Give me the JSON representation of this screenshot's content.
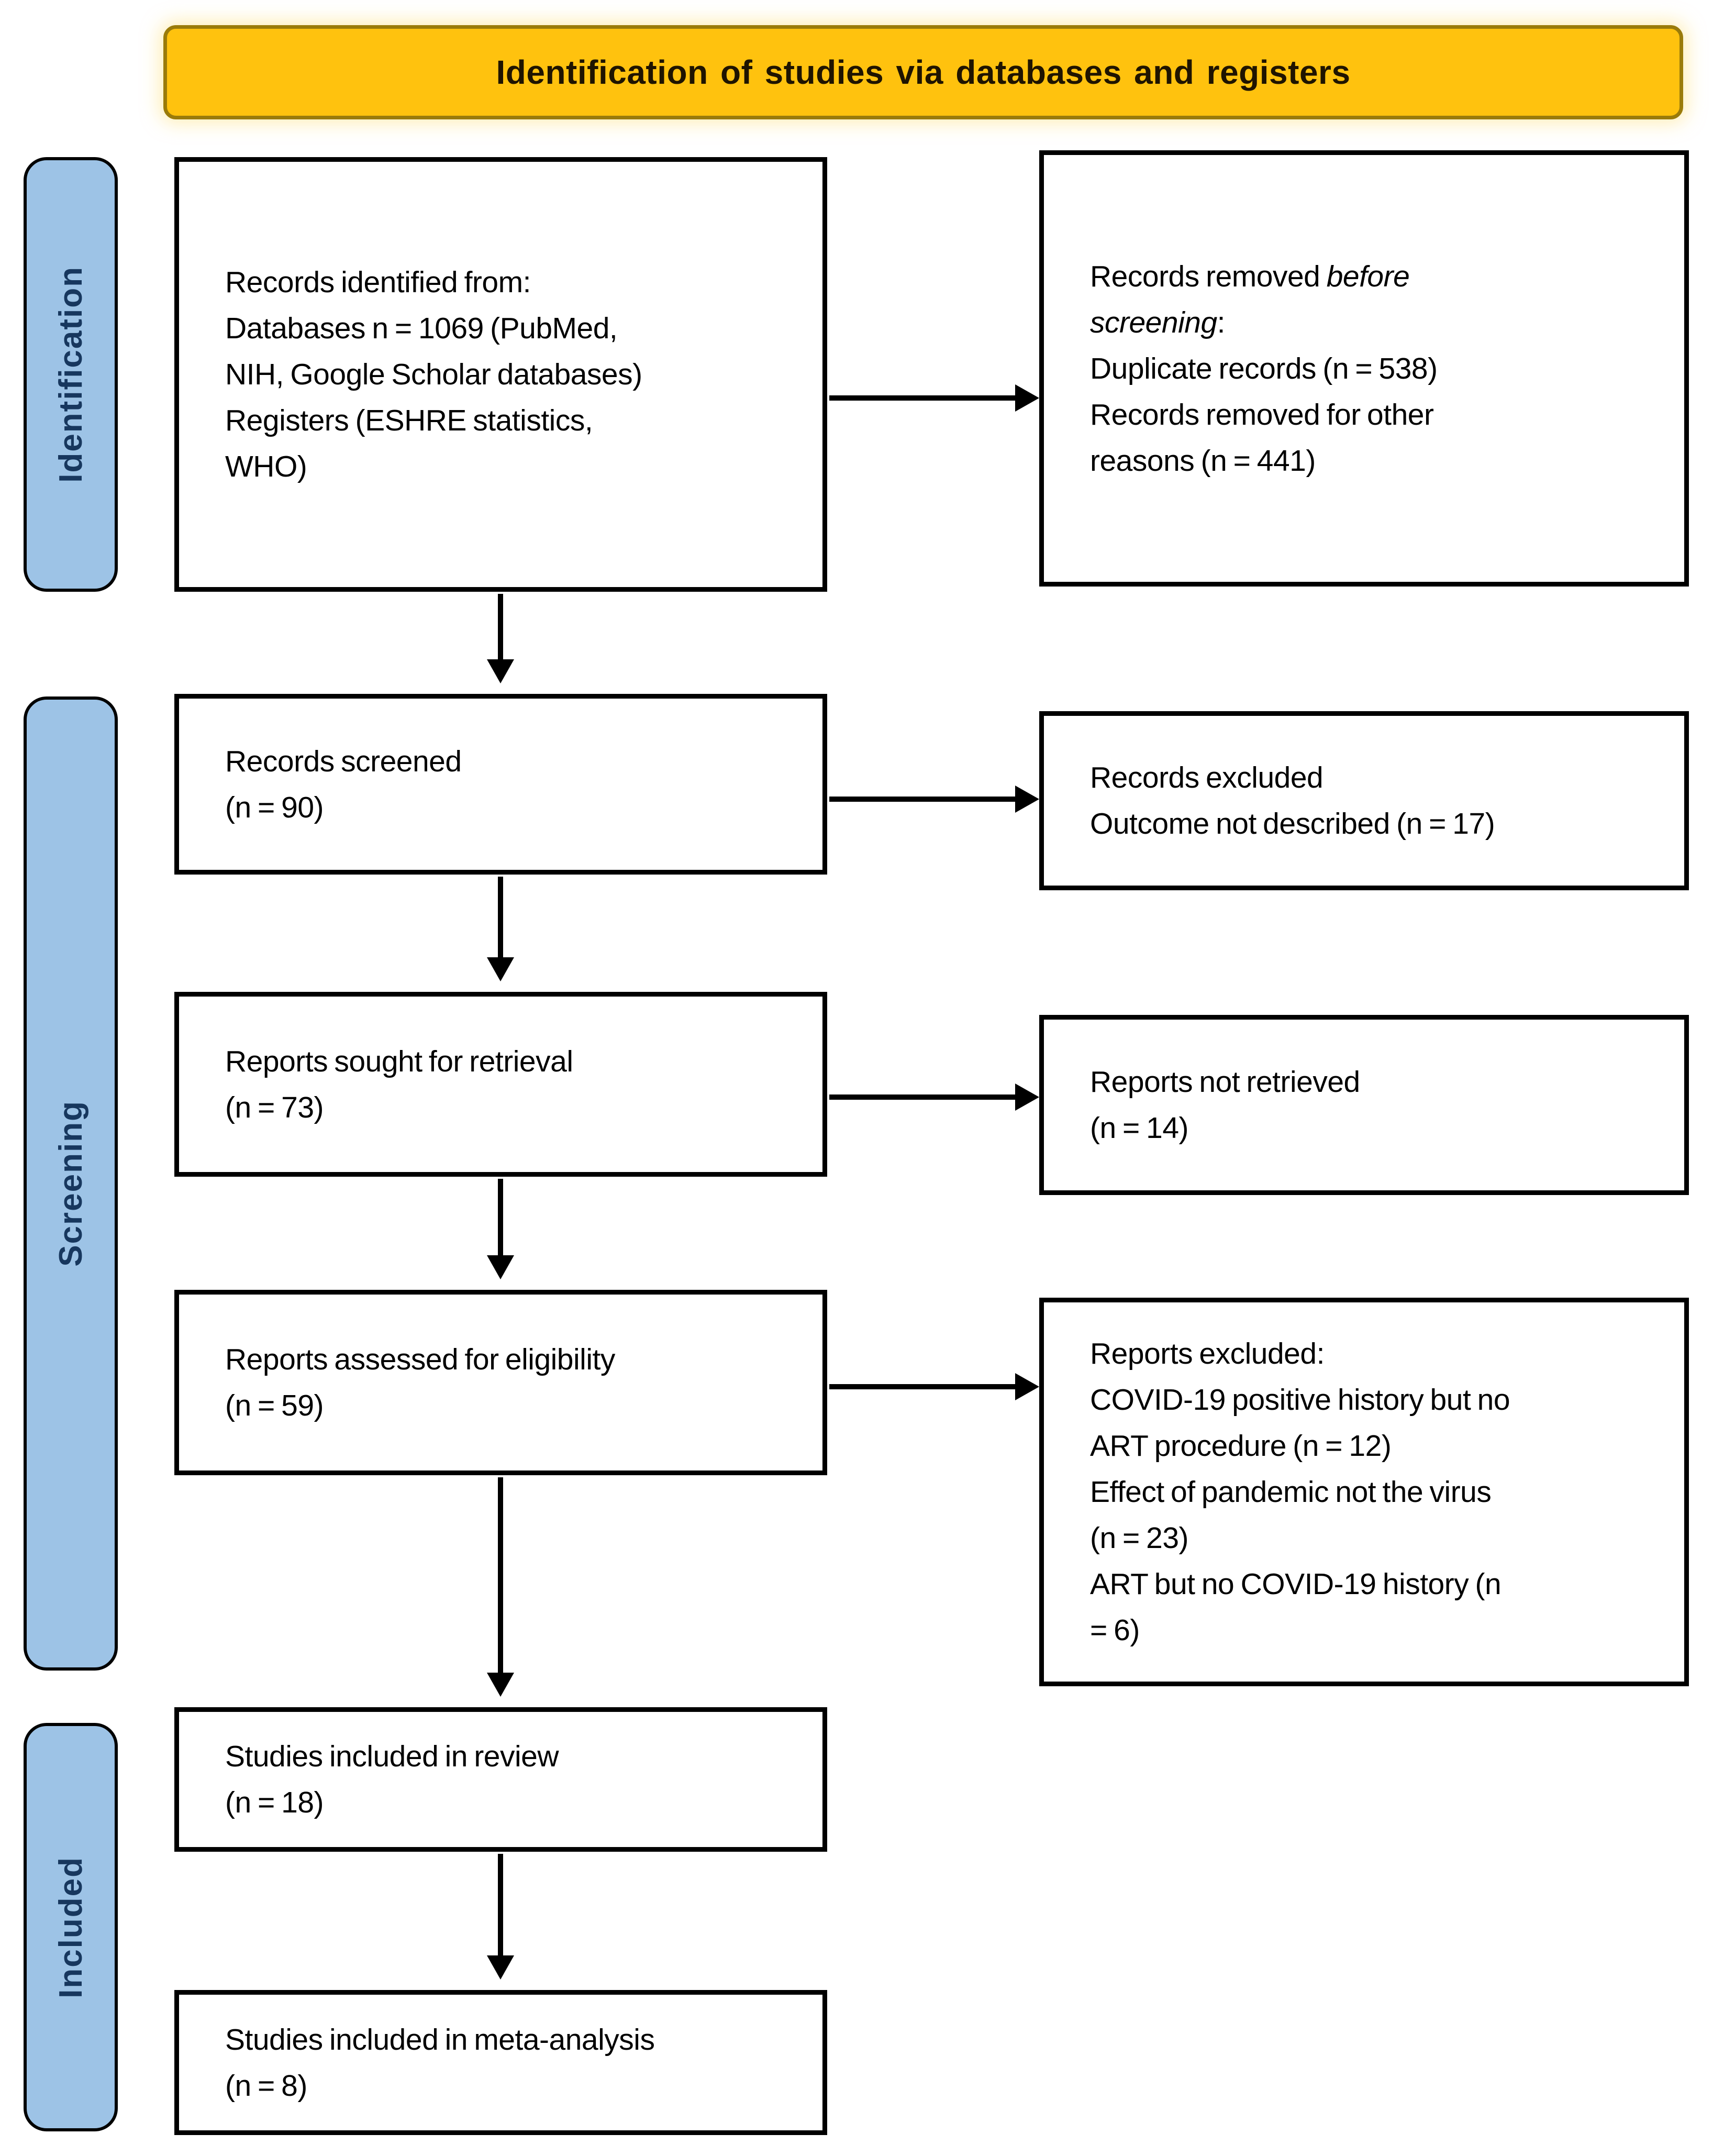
{
  "banner": {
    "text": "Identification of studies via databases and registers",
    "bg_color": "#FFC20E",
    "border_color": "#9A7B0A",
    "text_color": "#1F1400"
  },
  "sidebar": {
    "fill_color": "#9DC3E6",
    "border_color": "#000000",
    "text_color": "#17375E",
    "labels": [
      {
        "id": "identification",
        "text": "Identification"
      },
      {
        "id": "screening",
        "text": "Screening"
      },
      {
        "id": "included",
        "text": "Included"
      }
    ]
  },
  "flow_boxes": {
    "records_identified": {
      "lines": [
        [
          {
            "text": "Records identified from:",
            "italic": false
          }
        ],
        [
          {
            "text": "Databases n = 1069 (PubMed,",
            "italic": false
          }
        ],
        [
          {
            "text": "NIH, Google Scholar databases)",
            "italic": false
          }
        ],
        [
          {
            "text": "Registers (ESHRE statistics,",
            "italic": false
          }
        ],
        [
          {
            "text": "WHO)",
            "italic": false
          }
        ]
      ]
    },
    "records_removed": {
      "lines": [
        [
          {
            "text": "Records removed ",
            "italic": false
          },
          {
            "text": "before",
            "italic": true
          }
        ],
        [
          {
            "text": "screening",
            "italic": true
          },
          {
            "text": ":",
            "italic": false
          }
        ],
        [
          {
            "text": "Duplicate records (n = 538)",
            "italic": false
          }
        ],
        [
          {
            "text": "Records removed for other",
            "italic": false
          }
        ],
        [
          {
            "text": "reasons (n = 441)",
            "italic": false
          }
        ]
      ]
    },
    "records_screened": {
      "lines": [
        [
          {
            "text": "Records screened",
            "italic": false
          }
        ],
        [
          {
            "text": "(n = 90)",
            "italic": false
          }
        ]
      ]
    },
    "records_excluded": {
      "lines": [
        [
          {
            "text": "Records excluded",
            "italic": false
          }
        ],
        [
          {
            "text": "Outcome not described (n = 17)",
            "italic": false
          }
        ]
      ]
    },
    "reports_sought": {
      "lines": [
        [
          {
            "text": "Reports sought for retrieval",
            "italic": false
          }
        ],
        [
          {
            "text": "(n = 73)",
            "italic": false
          }
        ]
      ]
    },
    "reports_not_retrieved": {
      "lines": [
        [
          {
            "text": "Reports not retrieved",
            "italic": false
          }
        ],
        [
          {
            "text": "(n = 14)",
            "italic": false
          }
        ]
      ]
    },
    "reports_assessed": {
      "lines": [
        [
          {
            "text": "Reports assessed for eligibility",
            "italic": false
          }
        ],
        [
          {
            "text": "(n = 59)",
            "italic": false
          }
        ]
      ]
    },
    "reports_excluded": {
      "lines": [
        [
          {
            "text": "Reports excluded:",
            "italic": false
          }
        ],
        [
          {
            "text": "COVID-19 positive history but no",
            "italic": false
          }
        ],
        [
          {
            "text": "ART procedure (n = 12)",
            "italic": false
          }
        ],
        [
          {
            "text": "Effect of pandemic not the virus",
            "italic": false
          }
        ],
        [
          {
            "text": "(n = 23)",
            "italic": false
          }
        ],
        [
          {
            "text": "ART but no COVID-19 history (n",
            "italic": false
          }
        ],
        [
          {
            "text": "= 6)",
            "italic": false
          }
        ]
      ]
    },
    "studies_included_review": {
      "lines": [
        [
          {
            "text": "Studies included in review",
            "italic": false
          }
        ],
        [
          {
            "text": "(n = 18)",
            "italic": false
          }
        ]
      ]
    },
    "studies_included_meta": {
      "lines": [
        [
          {
            "text": "Studies included in meta-analysis",
            "italic": false
          }
        ],
        [
          {
            "text": "(n = 8)",
            "italic": false
          }
        ]
      ]
    }
  }
}
